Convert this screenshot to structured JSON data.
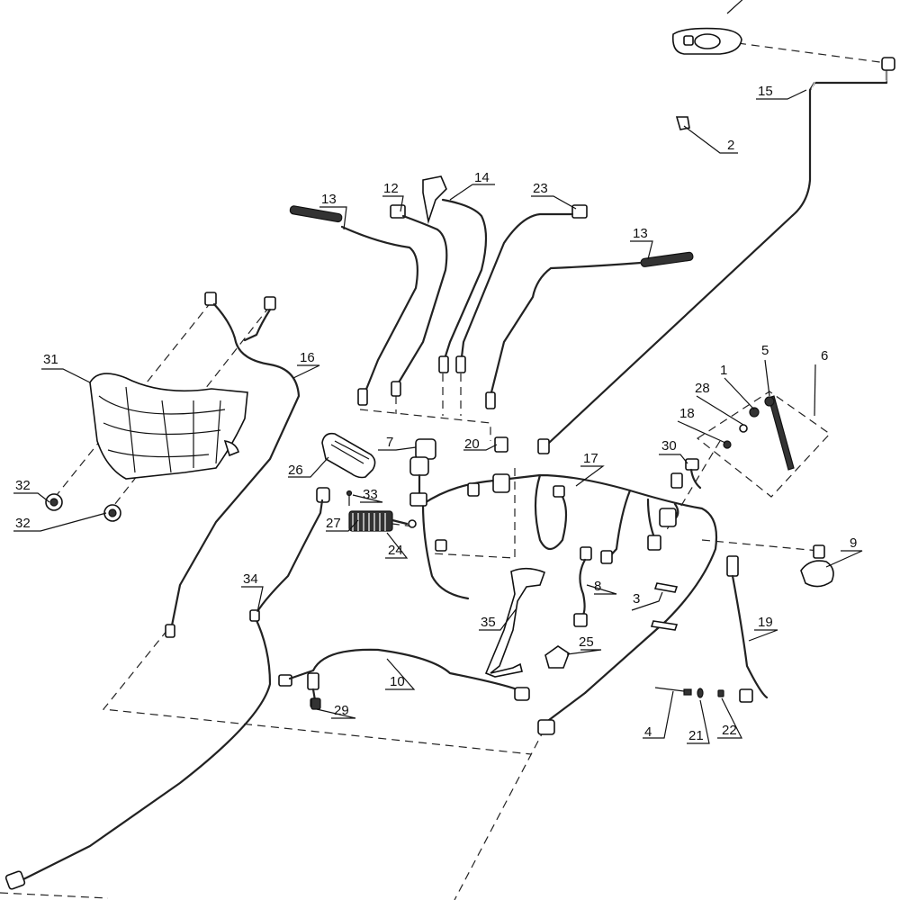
{
  "callouts": [
    {
      "id": "c1",
      "text": "1"
    },
    {
      "id": "c2",
      "text": "2"
    },
    {
      "id": "c3",
      "text": "3"
    },
    {
      "id": "c4",
      "text": "4"
    },
    {
      "id": "c5",
      "text": "5"
    },
    {
      "id": "c6",
      "text": "6"
    },
    {
      "id": "c7",
      "text": "7"
    },
    {
      "id": "c8",
      "text": "8"
    },
    {
      "id": "c9",
      "text": "9"
    },
    {
      "id": "c10",
      "text": "10"
    },
    {
      "id": "c12",
      "text": "12"
    },
    {
      "id": "c13a",
      "text": "13"
    },
    {
      "id": "c13b",
      "text": "13"
    },
    {
      "id": "c14",
      "text": "14"
    },
    {
      "id": "c15",
      "text": "15"
    },
    {
      "id": "c16",
      "text": "16"
    },
    {
      "id": "c17",
      "text": "17"
    },
    {
      "id": "c18",
      "text": "18"
    },
    {
      "id": "c19",
      "text": "19"
    },
    {
      "id": "c20",
      "text": "20"
    },
    {
      "id": "c21",
      "text": "21"
    },
    {
      "id": "c22",
      "text": "22"
    },
    {
      "id": "c23",
      "text": "23"
    },
    {
      "id": "c24",
      "text": "24"
    },
    {
      "id": "c25",
      "text": "25"
    },
    {
      "id": "c26",
      "text": "26"
    },
    {
      "id": "c27",
      "text": "27"
    },
    {
      "id": "c28",
      "text": "28"
    },
    {
      "id": "c29",
      "text": "29"
    },
    {
      "id": "c30",
      "text": "30"
    },
    {
      "id": "c31",
      "text": "31"
    },
    {
      "id": "c32a",
      "text": "32"
    },
    {
      "id": "c32b",
      "text": "32"
    },
    {
      "id": "c33",
      "text": "33"
    },
    {
      "id": "c34",
      "text": "34"
    },
    {
      "id": "c35",
      "text": "35"
    }
  ]
}
